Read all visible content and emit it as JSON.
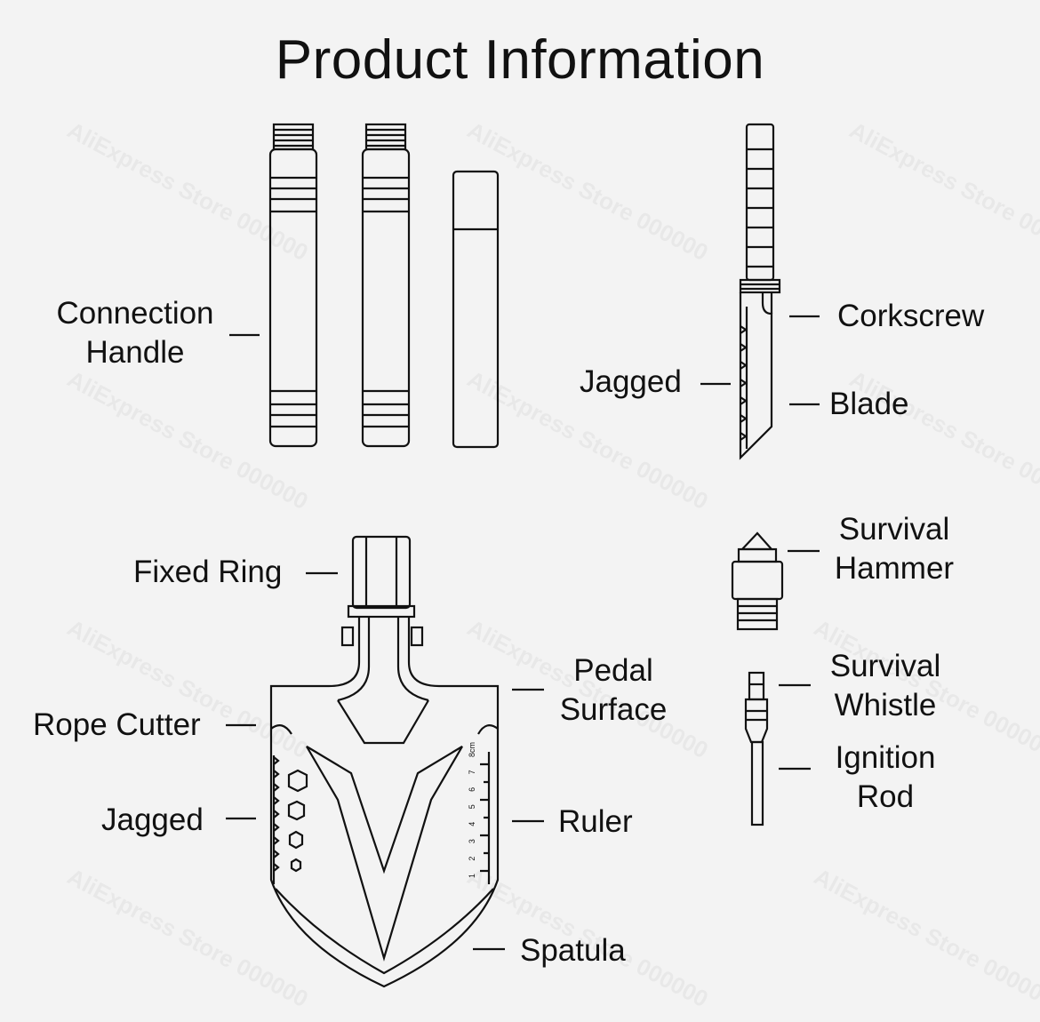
{
  "title": "Product Information",
  "watermark": "AliExpress Store 000000",
  "labels": {
    "connection_handle": [
      "Connection",
      "Handle"
    ],
    "corkscrew": "Corkscrew",
    "jagged_top": "Jagged",
    "blade": "Blade",
    "fixed_ring": "Fixed Ring",
    "survival_hammer": [
      "Survival",
      "Hammer"
    ],
    "pedal_surface": [
      "Pedal",
      "Surface"
    ],
    "survival_whistle": [
      "Survival",
      "Whistle"
    ],
    "rope_cutter": "Rope Cutter",
    "ignition_rod": [
      "Ignition",
      "Rod"
    ],
    "jagged_bottom": "Jagged",
    "ruler": "Ruler",
    "spatula": "Spatula"
  },
  "ruler_marks": [
    "8cm",
    "7",
    "6",
    "5",
    "4",
    "3",
    "2",
    "1"
  ],
  "colors": {
    "background": "#f3f3f3",
    "ink": "#111111"
  }
}
